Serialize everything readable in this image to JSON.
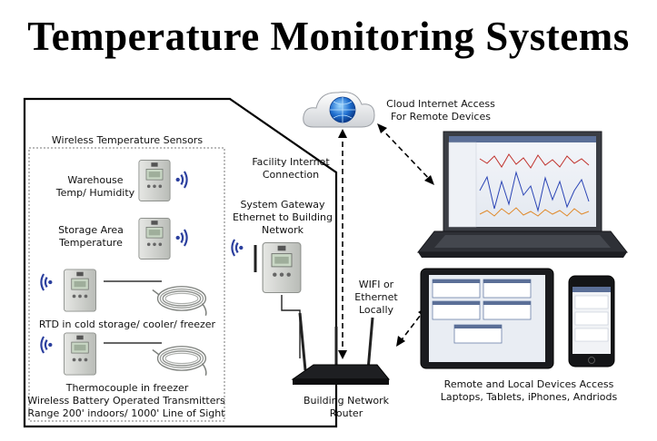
{
  "title": "Temperature Monitoring Systems",
  "labels": {
    "cloud": [
      "Cloud Internet Access",
      "For Remote Devices"
    ],
    "sensors_heading": "Wireless Temperature Sensors",
    "warehouse": [
      "Warehouse",
      "Temp/ Humidity"
    ],
    "storage": [
      "Storage Area",
      "Temperature"
    ],
    "rtd": "RTD in cold storage/ cooler/ freezer",
    "thermocouple": "Thermocouple in freezer",
    "transmitters": [
      "Wireless Battery Operated Transmitters",
      "Range 200' indoors/ 1000' Line of Sight"
    ],
    "facility": [
      "Facility Internet",
      "Connection"
    ],
    "gateway": [
      "System Gateway",
      "Ethernet to Building",
      "Network"
    ],
    "wifi": [
      "WIFI or",
      "Ethernet",
      "Locally"
    ],
    "router": [
      "Building Network",
      "Router"
    ],
    "remote": [
      "Remote and Local Devices Access",
      "Laptops, Tablets, iPhones, Andriods"
    ]
  },
  "icons": {
    "cloud": "cloud-globe-icon",
    "sensor": "wireless-sensor-icon",
    "gateway": "gateway-icon",
    "router": "router-icon",
    "laptop": "laptop-icon",
    "tablet": "tablet-icon",
    "phone": "phone-icon",
    "probe": "probe-cable-icon",
    "signal": "wireless-signal-icon"
  },
  "colors": {
    "signal": "#2b3f9e",
    "globe": "#1f6fd0",
    "device_body": "#d2d4d0",
    "laptop_body": "#3a3d44"
  }
}
